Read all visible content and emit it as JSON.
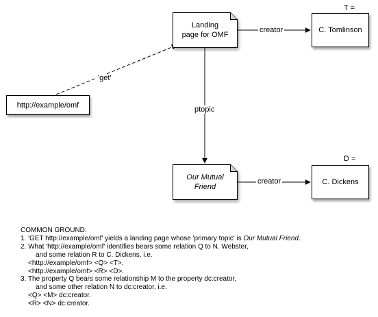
{
  "nodes": {
    "landing_line1": "Landing",
    "landing_line2": "page for OMF",
    "uri": "http://example/omf",
    "tomlinson": "C. Tomlinson",
    "mutual_line1": "Our Mutual",
    "mutual_line2": "Friend",
    "dickens": "C. Dickens"
  },
  "edges": {
    "get": "'get'",
    "creator_top": "creator",
    "ptopic": "ptopic",
    "creator_bottom": "creator"
  },
  "labels": {
    "t": "T =",
    "d": "D ="
  },
  "notes": {
    "heading": "COMMON GROUND:",
    "item1_pre": "1. 'GET http://example/omf' yields a landing page whose 'primary topic' is ",
    "item1_em": "Our Mutual Friend",
    "item1_post": ".",
    "item2_a": "2. What 'http://example/omf' identifies bears some relation Q to N. Webster,",
    "item2_b": "and some relation R to C. Dickens, i.e.",
    "item2_c": "<http://example/omf> <Q> <T>.",
    "item2_d": "<http://example/omf> <R> <D>.",
    "item3_a": "3. The property Q bears some relationship M to the property dc:creator,",
    "item3_b": "and some other relation N to dc:creator, i.e.",
    "item3_c": "<Q> <M> dc:creator.",
    "item3_d": "<R> <N> dc:creator."
  }
}
